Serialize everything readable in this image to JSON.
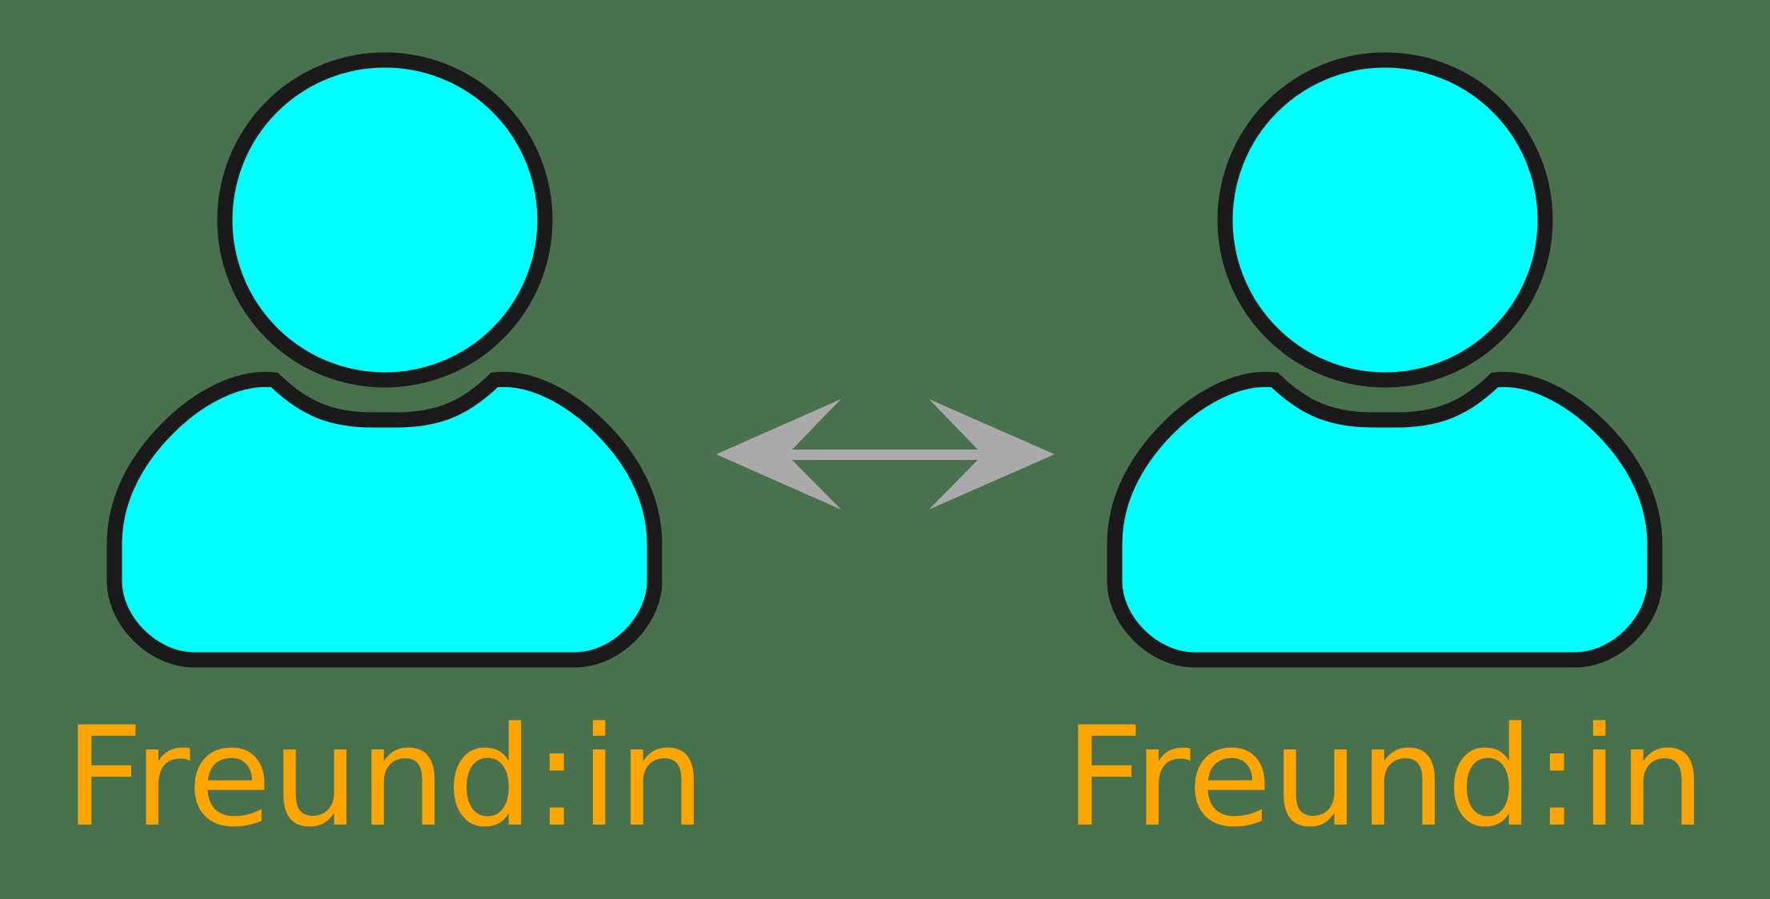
{
  "diagram": {
    "background_color": "#4a714e",
    "figure_fill_color": "#00ffff",
    "figure_stroke_color": "#1a1a1a",
    "arrow_color": "#aaaaaa",
    "label_color": "#ffa500",
    "persons": [
      {
        "icon": "person-icon",
        "label": "Freund:in"
      },
      {
        "icon": "person-icon",
        "label": "Freund:in"
      }
    ],
    "connector": {
      "icon": "double-headed-arrow-icon",
      "direction": "bidirectional"
    }
  }
}
